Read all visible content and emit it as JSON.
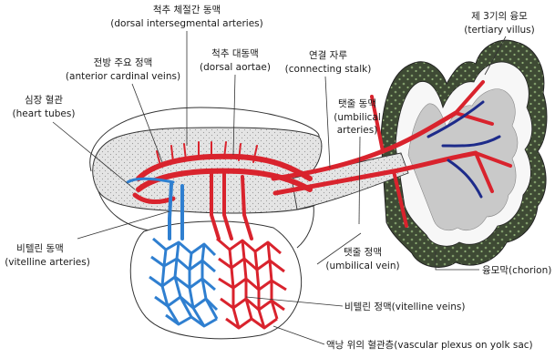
{
  "labels": {
    "dorsal_intersegmental": {
      "ko": "척추 체절간 동맥",
      "en": "(dorsal intersegmental arteries)"
    },
    "tertiary_villus": {
      "ko": "제 3기의 융모",
      "en": "(tertiary villus)"
    },
    "anterior_cardinal": {
      "ko": "전방 주요 정맥",
      "en": "(anterior cardinal veins)"
    },
    "dorsal_aortae": {
      "ko": "척추 대동맥",
      "en": "(dorsal aortae)"
    },
    "connecting_stalk": {
      "ko": "연결 자루",
      "en": "(connecting stalk)"
    },
    "heart_tubes": {
      "ko": "심장 혈관",
      "en": "(heart tubes)"
    },
    "umbilical_arteries": {
      "ko": "탯줄 동맥",
      "en1": "(umbilical",
      "en2": "arteries)"
    },
    "vitelline_arteries": {
      "ko": "비텔린 동맥",
      "en": "(vitelline arteries)"
    },
    "umbilical_vein": {
      "ko": "탯줄 정맥",
      "en": "(umbilical vein)"
    },
    "chorion": "융모막(chorion)",
    "vitelline_veins": "비텔린 정맥(vitelline veins)",
    "vascular_plexus": "액낭 위의 혈관층(vascular plexus on yolk sac)"
  },
  "colors": {
    "artery_red": "#d9232d",
    "vein_blue": "#2f7fd0",
    "embryo_gray": "#cfcfcf",
    "villus_dark_green": "#3e4a34",
    "villus_speckle": "#7f9a6a"
  }
}
